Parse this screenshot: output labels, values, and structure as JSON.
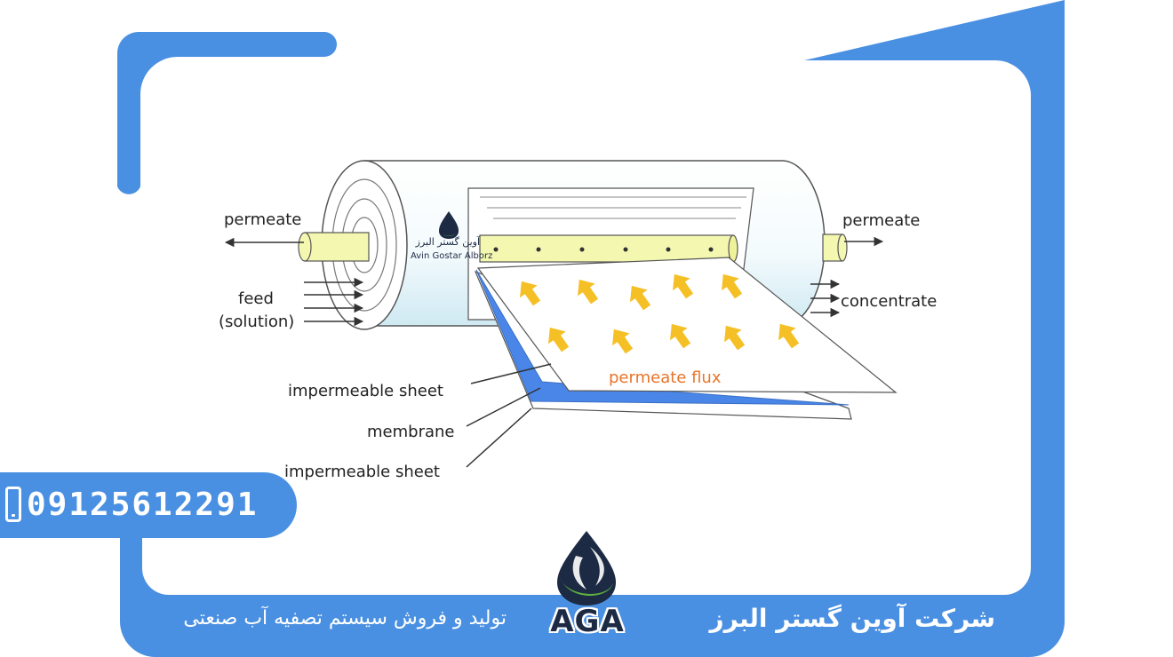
{
  "diagram": {
    "labels": {
      "permeate_left": "permeate",
      "permeate_right": "permeate",
      "feed": "feed",
      "feed_solution": "(solution)",
      "concentrate": "concentrate",
      "permeate_flux": "permeate flux",
      "impermeable_sheet_top": "impermeable sheet",
      "membrane": "membrane",
      "impermeable_sheet_bottom": "impermeable sheet"
    },
    "colors": {
      "membrane": "#4a86e8",
      "tube": "#f4f7b0",
      "arrow": "#f5c026",
      "flux_text": "#e8752a",
      "shell_shade": "#d6eef5"
    }
  },
  "watermark": {
    "name_fa": "آوین گستر البرز",
    "name_en": "Avin Gostar Alborz"
  },
  "contact": {
    "phone": "09125612291",
    "icon": "mobile-phone-icon"
  },
  "footer": {
    "slogan": "تولید و فروش سیستم تصفیه آب صنعتی",
    "company": "شرکت آوین گستر البرز",
    "logo_text": "AGA",
    "logo_icon": "water-drop-icon"
  },
  "theme": {
    "frame_blue": "#4a90e2",
    "logo_dark": "#1c2a44",
    "logo_green": "#5cb040"
  }
}
